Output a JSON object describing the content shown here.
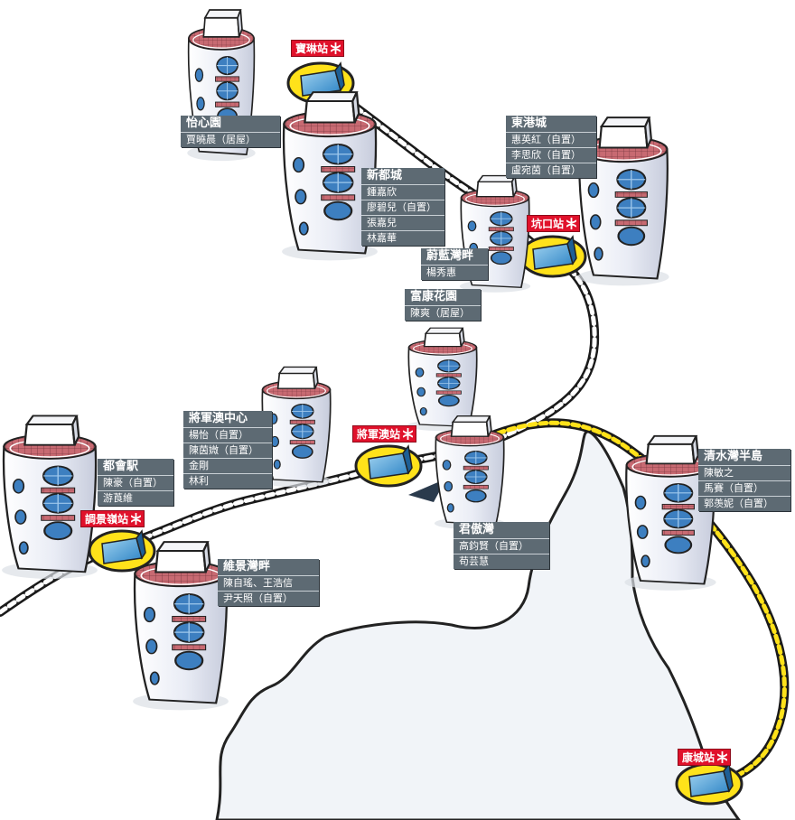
{
  "colors": {
    "water": "#f1f4f8",
    "rail_outer": "#1a1a1a",
    "rail_yellow": "#ffe21a",
    "station_tag": "#e0112b",
    "label_bg": "#5d6a73",
    "building_wall": "#eef0f7",
    "building_window": "#3d7fc0",
    "building_roof": "#b8606a"
  },
  "stations": [
    {
      "id": "po-lam",
      "name": "寶琳站",
      "icon": "mtr-logo-icon"
    },
    {
      "id": "hang-hau",
      "name": "坑口站",
      "icon": "mtr-logo-icon"
    },
    {
      "id": "tseung-kwan-o",
      "name": "將軍澳站",
      "icon": "mtr-logo-icon"
    },
    {
      "id": "tiu-keng-leng",
      "name": "調景嶺站",
      "icon": "mtr-logo-icon"
    },
    {
      "id": "lohas-park",
      "name": "康城站",
      "icon": "mtr-logo-icon"
    }
  ],
  "estates": [
    {
      "id": "yee-sum",
      "name": "怡心園",
      "residents": [
        "賈曉晨（居屋）"
      ]
    },
    {
      "id": "metro-town-sd",
      "name": "新都城",
      "residents": [
        "鍾嘉欣",
        "廖碧兒（自置）",
        "張嘉兒",
        "林嘉華"
      ]
    },
    {
      "id": "east-point-city",
      "name": "東港城",
      "residents": [
        "惠英紅（自置）",
        "李思欣（自置）",
        "盧宛茵（自置）"
      ]
    },
    {
      "id": "bauhinia-garden",
      "name": "蔚藍灣畔",
      "residents": [
        "楊秀惠"
      ]
    },
    {
      "id": "fu-hong",
      "name": "富康花園",
      "residents": [
        "陳爽（居屋）"
      ]
    },
    {
      "id": "tko-plaza",
      "name": "將軍澳中心",
      "residents": [
        "楊怡（自置）",
        "陳茵媺（自置）",
        "金剛",
        "林利"
      ]
    },
    {
      "id": "metro-town",
      "name": "都會駅",
      "residents": [
        "陳豪（自置）",
        "游莨維"
      ]
    },
    {
      "id": "the-grandiose",
      "name": "君傲灣",
      "residents": [
        "高鈞賢（自置）",
        "苟芸慧"
      ]
    },
    {
      "id": "ocean-shores",
      "name": "清水灣半島",
      "residents": [
        "陳敏之",
        "馬賽（自置）",
        "郭羡妮（自置）"
      ]
    },
    {
      "id": "park-central",
      "name": "維景灣畔",
      "residents": [
        "陳自瑤、王浩信",
        "尹天照（自置）"
      ]
    }
  ]
}
